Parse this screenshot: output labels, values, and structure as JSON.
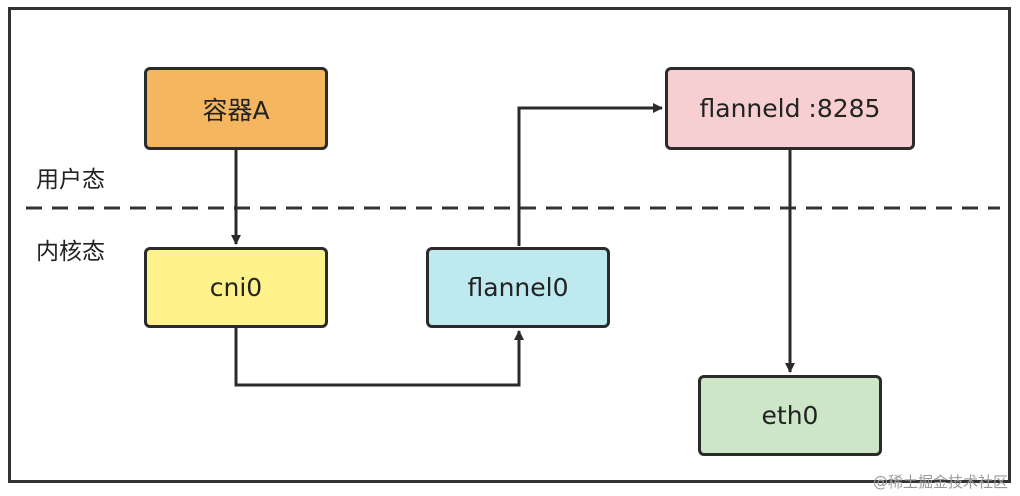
{
  "zones": {
    "user": "用户态",
    "kernel": "内核态"
  },
  "nodes": {
    "container_a": {
      "label": "容器A",
      "color": "#F5B660"
    },
    "cni0": {
      "label": "cni0",
      "color": "#FFF28A"
    },
    "flannel0": {
      "label": "flannel0",
      "color": "#BDE9EF"
    },
    "flanneld": {
      "label": "flanneld :8285",
      "color": "#F7CFD0"
    },
    "eth0": {
      "label": "eth0",
      "color": "#CDE6C8"
    }
  },
  "watermark": "@稀土掘金技术社区"
}
